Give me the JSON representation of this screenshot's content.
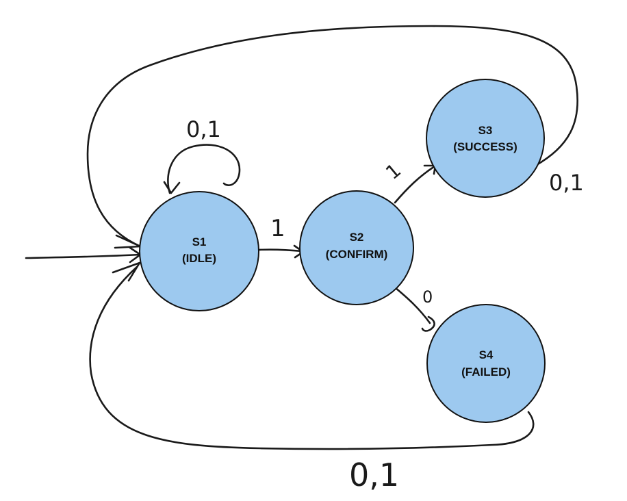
{
  "colors": {
    "state_fill": "#9dc9ef",
    "state_stroke": "#111111",
    "ink": "#1a1a1a",
    "background": "#ffffff"
  },
  "states": [
    {
      "id": "s1",
      "name": "S1",
      "subtitle": "(IDLE)"
    },
    {
      "id": "s2",
      "name": "S2",
      "subtitle": "(CONFIRM)"
    },
    {
      "id": "s3",
      "name": "S3",
      "subtitle": "(SUCCESS)"
    },
    {
      "id": "s4",
      "name": "S4",
      "subtitle": "(FAILED)"
    }
  ],
  "transitions": {
    "start_to_s1": {
      "label": ""
    },
    "s1_self": {
      "label": "0,1"
    },
    "s1_to_s2": {
      "label": "1"
    },
    "s2_to_s3": {
      "label": "1"
    },
    "s2_to_s4": {
      "label": "0"
    },
    "s3_to_s1": {
      "label": "0,1"
    },
    "s4_to_s1": {
      "label": "0,1"
    }
  }
}
